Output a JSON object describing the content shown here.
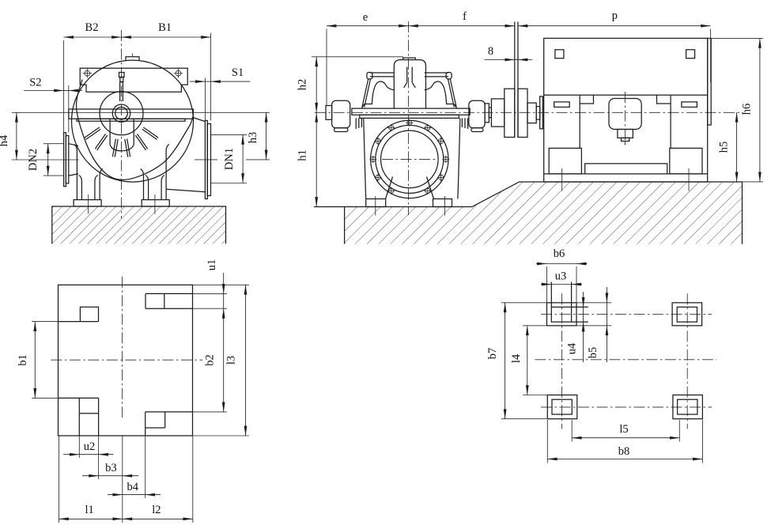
{
  "drawing": {
    "type": "engineering-dimensional-drawing",
    "subject": "double-suction centrifugal pump with motor, installation dimensions",
    "ink_color": "#1c1c1c",
    "background_color": "#ffffff",
    "views": {
      "front_view": {
        "description": "pump front (end) view with suction and discharge flanges on foundation",
        "labels": {
          "B2": "B2",
          "B1": "B1",
          "S2": "S2",
          "S1": "S1",
          "h4": "h4",
          "DN2": "DN2",
          "h3": "h3",
          "DN1": "DN1"
        }
      },
      "side_view": {
        "description": "pump and motor side view on stepped foundation with coupling",
        "labels": {
          "e": "e",
          "f": "f",
          "p": "p",
          "gap": "8",
          "h2": "h2",
          "h1": "h1",
          "h5": "h5",
          "h6": "h6"
        }
      },
      "base_plan_view": {
        "description": "pump baseplate plan with anchor-bolt slots",
        "labels": {
          "u1": "u1",
          "b1": "b1",
          "b2": "b2",
          "l3": "l3",
          "u2": "u2",
          "b3": "b3",
          "b4": "b4",
          "l1": "l1",
          "l2": "l2"
        }
      },
      "bolt_plan_view": {
        "description": "motor foundation bolt-hole plan, four square pockets",
        "labels": {
          "b6": "b6",
          "u3": "u3",
          "b7": "b7",
          "l4": "l4",
          "u4": "u4",
          "b5": "b5",
          "l5": "l5",
          "b8": "b8"
        }
      }
    }
  }
}
